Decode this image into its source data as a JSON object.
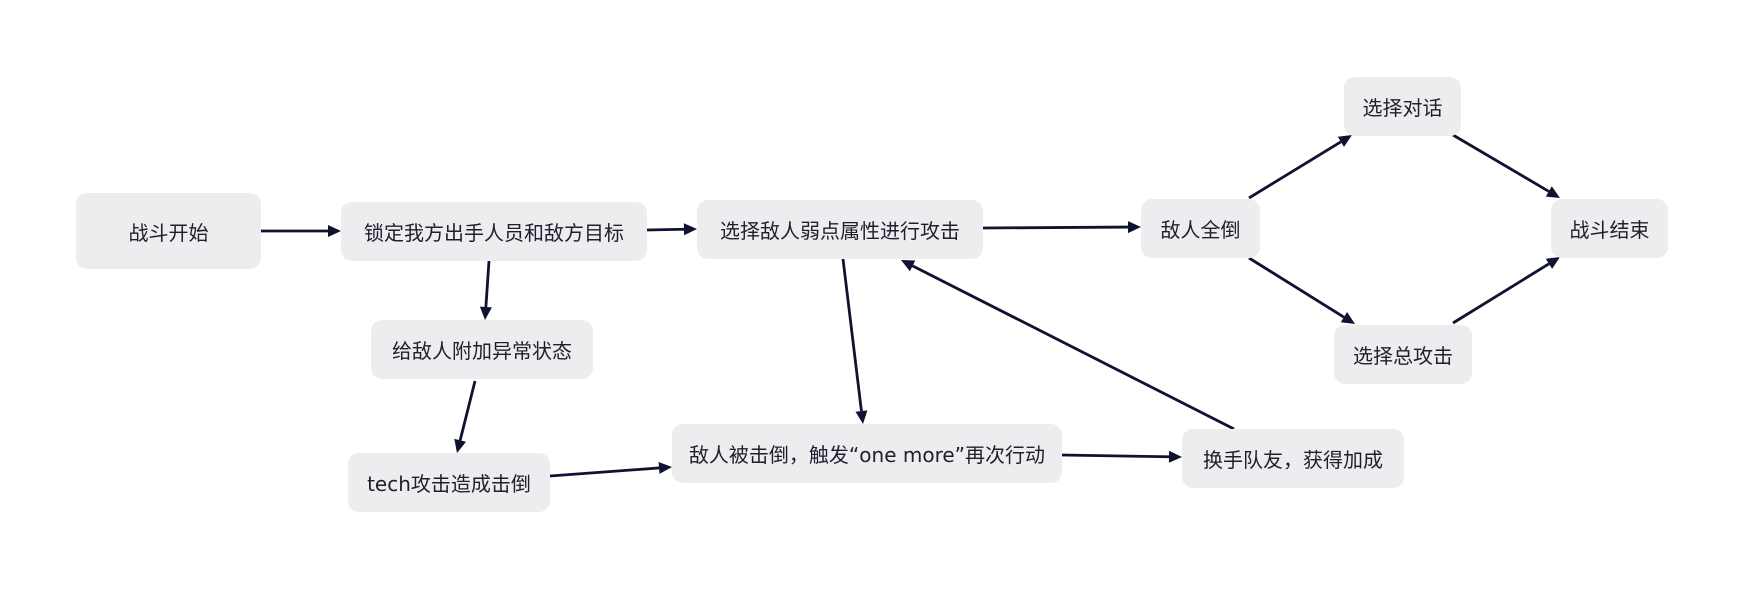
{
  "diagram": {
    "type": "flowchart",
    "nodes": [
      {
        "id": "start",
        "label": "战斗开始"
      },
      {
        "id": "lock",
        "label": "锁定我方出手人员和敌方目标"
      },
      {
        "id": "weak",
        "label": "选择敌人弱点属性进行攻击"
      },
      {
        "id": "allDown",
        "label": "敌人全倒"
      },
      {
        "id": "talk",
        "label": "选择对话"
      },
      {
        "id": "allOut",
        "label": "选择总攻击"
      },
      {
        "id": "end",
        "label": "战斗结束"
      },
      {
        "id": "status",
        "label": "给敌人附加异常状态"
      },
      {
        "id": "tech",
        "label": "tech攻击造成击倒"
      },
      {
        "id": "oneMore",
        "label": "敌人被击倒，触发“one more”再次行动"
      },
      {
        "id": "swap",
        "label": "换手队友，获得加成"
      }
    ],
    "edges": [
      {
        "from": "start",
        "to": "lock"
      },
      {
        "from": "lock",
        "to": "weak"
      },
      {
        "from": "weak",
        "to": "allDown"
      },
      {
        "from": "allDown",
        "to": "talk"
      },
      {
        "from": "allDown",
        "to": "allOut"
      },
      {
        "from": "talk",
        "to": "end"
      },
      {
        "from": "allOut",
        "to": "end"
      },
      {
        "from": "lock",
        "to": "status"
      },
      {
        "from": "status",
        "to": "tech"
      },
      {
        "from": "tech",
        "to": "oneMore"
      },
      {
        "from": "weak",
        "to": "oneMore"
      },
      {
        "from": "oneMore",
        "to": "swap"
      },
      {
        "from": "swap",
        "to": "weak"
      }
    ]
  },
  "colors": {
    "node_fill": "#edecef",
    "edge": "#0f1230",
    "text": "#1f1f2e",
    "background": "#ffffff"
  }
}
